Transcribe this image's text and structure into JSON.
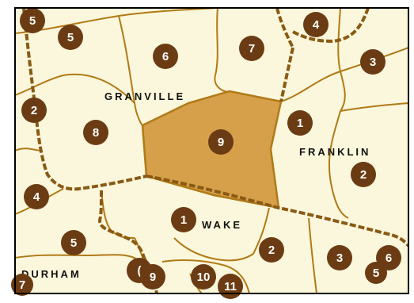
{
  "colors": {
    "background": "#fbf7dc",
    "district_line": "#b07a17",
    "county_line": "#8a5a14",
    "highlight_fill": "#d6a04a",
    "badge_fill": "#6b3c13",
    "frame": "#000000"
  },
  "county_labels": {
    "granville": "GRANVILLE",
    "franklin": "FRANKLIN",
    "wake": "WAKE",
    "durham": "DURHAM"
  },
  "districts": [
    {
      "id": "d5a",
      "number": "5"
    },
    {
      "id": "d5b",
      "number": "5"
    },
    {
      "id": "d6",
      "number": "6"
    },
    {
      "id": "d7",
      "number": "7"
    },
    {
      "id": "d4a",
      "number": "4"
    },
    {
      "id": "d3a",
      "number": "3"
    },
    {
      "id": "d2a",
      "number": "2"
    },
    {
      "id": "d8",
      "number": "8"
    },
    {
      "id": "d9",
      "number": "9"
    },
    {
      "id": "d1a",
      "number": "1"
    },
    {
      "id": "d2b",
      "number": "2"
    },
    {
      "id": "d4b",
      "number": "4"
    },
    {
      "id": "d1b",
      "number": "1"
    },
    {
      "id": "d5c",
      "number": "5"
    },
    {
      "id": "d2c",
      "number": "2"
    },
    {
      "id": "d3b",
      "number": "3"
    },
    {
      "id": "d6b",
      "number": "6"
    },
    {
      "id": "d5d",
      "number": "5"
    },
    {
      "id": "d7b",
      "number": "7"
    },
    {
      "id": "d_partial",
      "number": "("
    },
    {
      "id": "d9b",
      "number": "9"
    },
    {
      "id": "d10",
      "number": "10"
    },
    {
      "id": "d11",
      "number": "11"
    }
  ]
}
